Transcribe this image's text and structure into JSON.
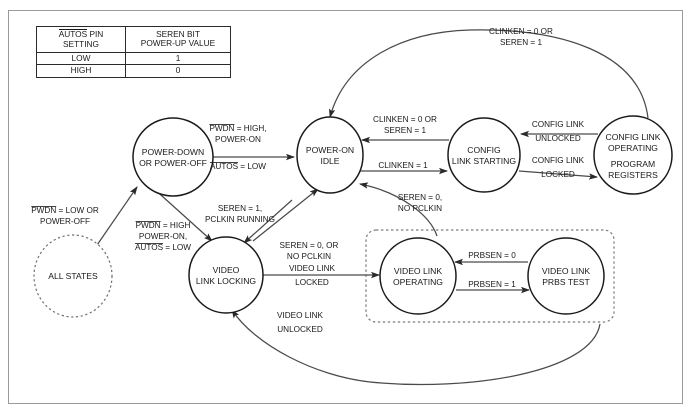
{
  "figure": {
    "kind": "state-transition-diagram",
    "title": "Serializer/Deserializer link state diagram"
  },
  "table": {
    "name": "autos-seren-table",
    "headers": [
      {
        "over": "AUTOS",
        "rest": " PIN",
        "line2": "SETTING"
      },
      {
        "line1": "SEREN BIT",
        "line2": "POWER-UP VALUE"
      }
    ],
    "rows": [
      {
        "setting": "LOW",
        "value": "1"
      },
      {
        "setting": "HIGH",
        "value": "0"
      }
    ]
  },
  "nodes": [
    {
      "id": "all-states",
      "lines": [
        "ALL STATES"
      ],
      "style": "dashed"
    },
    {
      "id": "power-down",
      "lines": [
        "POWER-DOWN",
        "OR POWER-OFF"
      ],
      "style": "solid"
    },
    {
      "id": "power-on-idle",
      "lines": [
        "POWER-ON",
        "IDLE"
      ],
      "style": "solid"
    },
    {
      "id": "config-link-start",
      "lines": [
        "CONFIG",
        "LINK STARTING"
      ],
      "style": "solid"
    },
    {
      "id": "config-link-oper",
      "lines": [
        "CONFIG LINK",
        "OPERATING",
        "",
        "PROGRAM",
        "REGISTERS"
      ],
      "style": "solid"
    },
    {
      "id": "video-link-lock",
      "lines": [
        "VIDEO",
        "LINK LOCKING"
      ],
      "style": "solid"
    },
    {
      "id": "video-link-oper",
      "lines": [
        "VIDEO LINK",
        "OPERATING"
      ],
      "style": "solid"
    },
    {
      "id": "video-link-prbs",
      "lines": [
        "VIDEO LINK",
        "PRBS TEST"
      ],
      "style": "solid"
    }
  ],
  "edges": [
    {
      "id": "e-allstates-to-powerdown",
      "from": "all-states",
      "to": "power-down",
      "lines": [
        {
          "over": "PWDN",
          "rest": " = LOW OR"
        },
        {
          "rest": "POWER-OFF"
        }
      ]
    },
    {
      "id": "e-allstates-to-videolock",
      "from": "all-states",
      "to": "video-link-lock",
      "lines": [
        {
          "over": "PWDN",
          "rest": " = HIGH"
        },
        {
          "rest": "POWER-ON,"
        },
        {
          "over": "AUTOS",
          "rest": " = LOW"
        }
      ]
    },
    {
      "id": "e-powerdown-to-idle",
      "from": "power-down",
      "to": "power-on-idle",
      "lines": [
        {
          "over": "PWDN",
          "rest": " = HIGH,"
        },
        {
          "rest": "POWER-ON"
        },
        {
          "over": "AUTOS",
          "rest": " = LOW"
        }
      ]
    },
    {
      "id": "e-powerdown-to-videolock",
      "from": "power-down",
      "to": "video-link-lock",
      "lines": [
        {
          "rest": "SEREN = 1,"
        },
        {
          "rest": "PCLKIN RUNNING"
        }
      ]
    },
    {
      "id": "e-idle-to-configstart",
      "from": "power-on-idle",
      "to": "config-link-start",
      "lines": [
        {
          "rest": "CLINKEN = 1"
        }
      ]
    },
    {
      "id": "e-configstart-to-idle",
      "from": "config-link-start",
      "to": "power-on-idle",
      "lines": [
        {
          "rest": "CLINKEN = 0 OR"
        },
        {
          "rest": "SEREN = 1"
        }
      ]
    },
    {
      "id": "e-configstart-to-oper",
      "from": "config-link-start",
      "to": "config-link-oper",
      "lines": [
        {
          "rest": "CONFIG LINK"
        },
        {
          "rest": "LOCKED"
        }
      ]
    },
    {
      "id": "e-configoper-to-start",
      "from": "config-link-oper",
      "to": "config-link-start",
      "lines": [
        {
          "rest": "CONFIG LINK"
        },
        {
          "rest": "UNLOCKED"
        }
      ]
    },
    {
      "id": "e-configoper-to-idle",
      "from": "config-link-oper",
      "to": "power-on-idle",
      "lines": [
        {
          "rest": "CLINKEN = 0 OR"
        },
        {
          "rest": "SEREN = 1"
        }
      ]
    },
    {
      "id": "e-videolock-to-idle",
      "from": "video-link-lock",
      "to": "power-on-idle",
      "lines": [
        {
          "rest": "SEREN = 0, OR"
        },
        {
          "rest": "NO PCLKIN"
        }
      ]
    },
    {
      "id": "e-videolock-to-videooper",
      "from": "video-link-lock",
      "to": "video-link-oper",
      "lines": [
        {
          "rest": "VIDEO LINK"
        },
        {
          "rest": "LOCKED"
        }
      ]
    },
    {
      "id": "e-videooper-to-idle",
      "from": "video-link-oper",
      "to": "power-on-idle",
      "lines": [
        {
          "rest": "SEREN = 0,"
        },
        {
          "rest": "NO PCLKIN"
        }
      ]
    },
    {
      "id": "e-videogroup-to-videolock",
      "from": "video-link-group",
      "to": "video-link-lock",
      "lines": [
        {
          "rest": "VIDEO LINK"
        },
        {
          "rest": "UNLOCKED"
        }
      ]
    },
    {
      "id": "e-prbs-to-videooper",
      "from": "video-link-prbs",
      "to": "video-link-oper",
      "lines": [
        {
          "rest": "PRBSEN = 0"
        }
      ]
    },
    {
      "id": "e-videooper-to-prbs",
      "from": "video-link-oper",
      "to": "video-link-prbs",
      "lines": [
        {
          "rest": "PRBSEN = 1"
        }
      ]
    }
  ],
  "colors": {
    "stroke": "#1a1a1a",
    "edge": "#4a4a4a",
    "dashed": "#7a7a7a",
    "frame": "#9a9a9a",
    "background": "#ffffff"
  }
}
